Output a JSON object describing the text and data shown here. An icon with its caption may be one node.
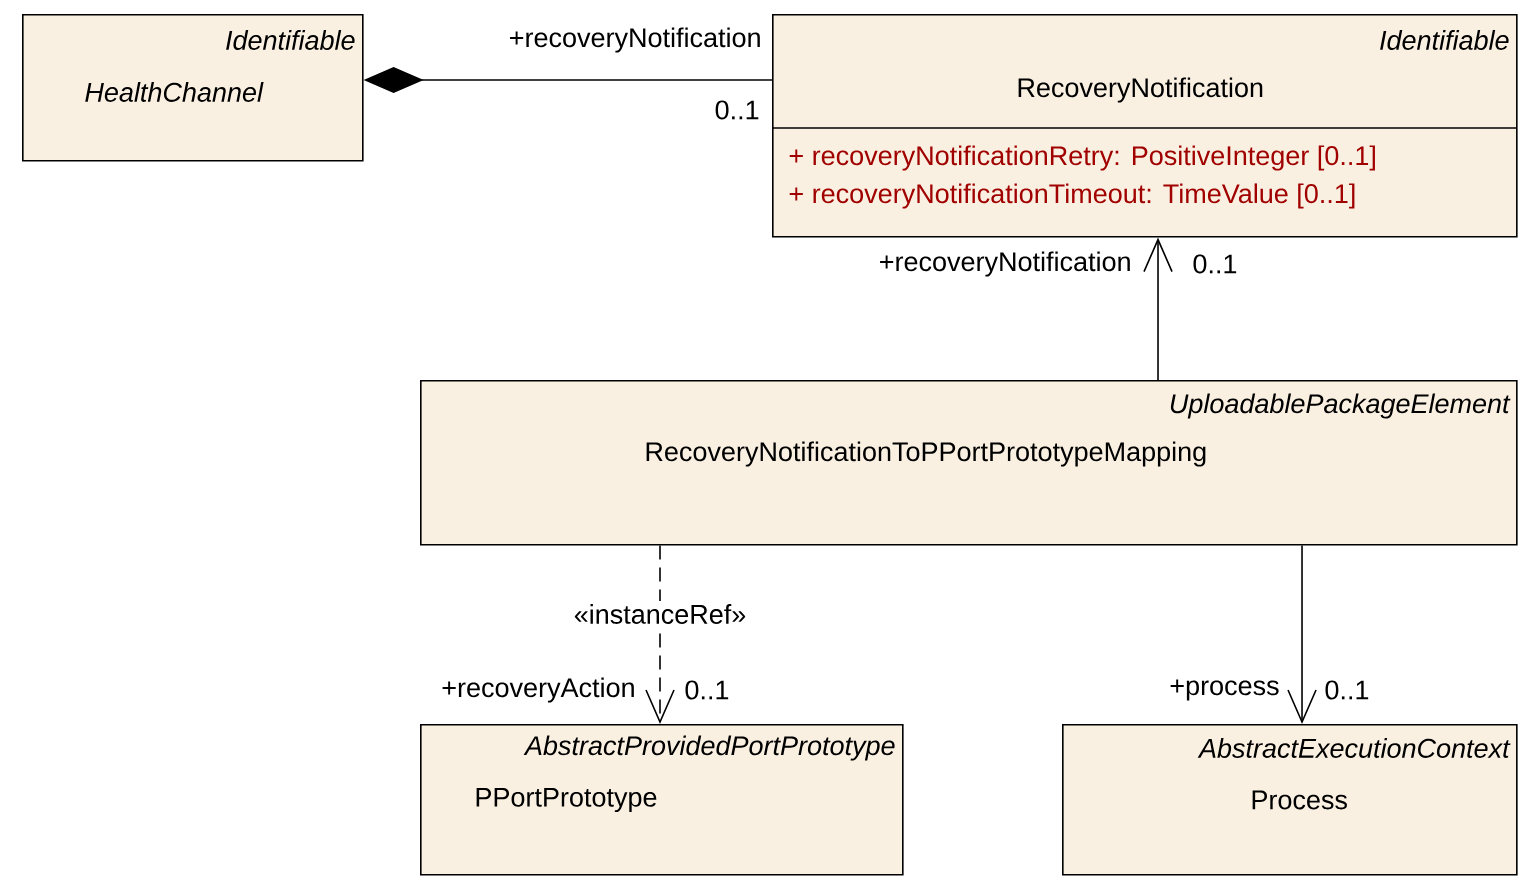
{
  "diagram": {
    "nodes": [
      {
        "text": [
          "Identifiable",
          "HealthChannel"
        ]
      },
      {
        "text": [
          "Identifiable",
          "RecoveryNotification",
          "+ recoveryNotificationRetry: PositiveInteger [0..1]",
          "+ recoveryNotificationTimeout: TimeValue [0..1]"
        ]
      },
      {
        "text": [
          "UploadablePackageElement",
          "RecoveryNotificationToPPortPrototypeMapping"
        ]
      },
      {
        "text": [
          "AbstractProvidedPortPrototype",
          "PPortPrototype"
        ]
      },
      {
        "text": [
          "AbstractExecutionContext",
          "Process"
        ]
      }
    ],
    "edges": [
      {
        "from": 0,
        "to": 1,
        "arrow": "other"
      },
      {
        "from": 2,
        "to": 1,
        "arrow": "to"
      },
      {
        "from": 2,
        "to": 3,
        "arrow": "to",
        "style": "dashed",
        "label": "«instanceRef»"
      },
      {
        "from": 2,
        "to": 4,
        "arrow": "to"
      }
    ],
    "labels": [
      "+recoveryNotification",
      "0..1",
      "+recoveryNotification",
      "0..1",
      "+recoveryAction",
      "0..1",
      "+process",
      "0..1"
    ]
  }
}
